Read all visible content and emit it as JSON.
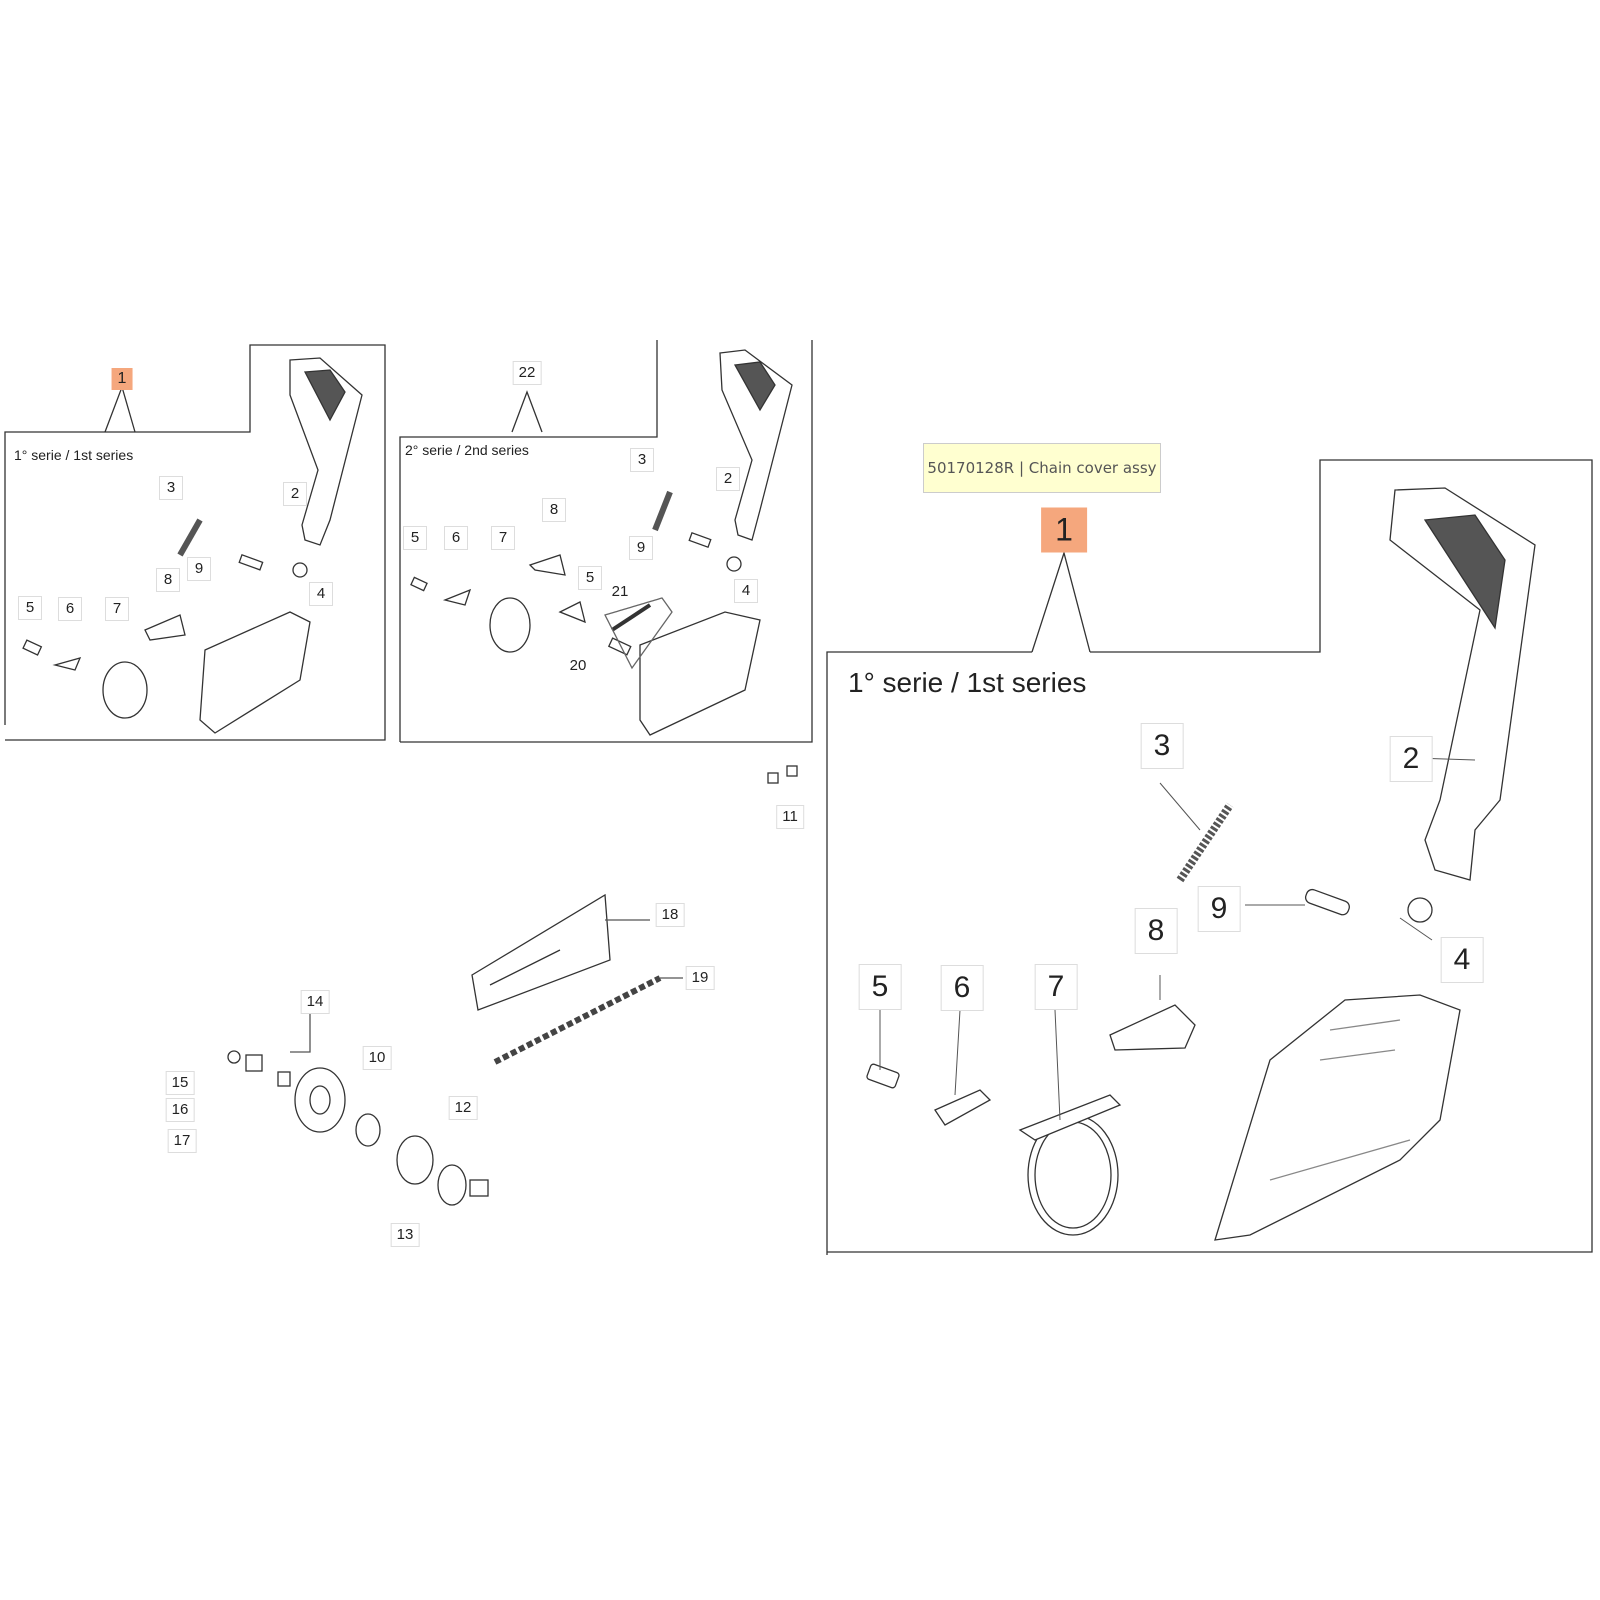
{
  "tooltip": {
    "part_number": "50170128R",
    "separator": "|",
    "text": "50170128R | Chain cover assy"
  },
  "panels": {
    "series1": {
      "callout": "1",
      "title": "1° serie / 1st series"
    },
    "series2": {
      "callout": "22",
      "title": "2° serie / 2nd series"
    },
    "zoomed": {
      "callout": "1",
      "title": "1° serie / 1st series"
    }
  },
  "labels_s1": [
    "3",
    "2",
    "9",
    "4",
    "8",
    "5",
    "6",
    "7"
  ],
  "labels_s2": [
    "3",
    "2",
    "8",
    "5",
    "6",
    "7",
    "9",
    "5",
    "21",
    "4",
    "20"
  ],
  "labels_lower": [
    "11",
    "18",
    "19",
    "14",
    "10",
    "15",
    "16",
    "12",
    "17",
    "13"
  ],
  "labels_zoom": [
    "3",
    "2",
    "9",
    "8",
    "4",
    "5",
    "6",
    "7"
  ],
  "colors": {
    "highlight": "#f5a77d",
    "tooltip_bg": "#ffffd0"
  }
}
